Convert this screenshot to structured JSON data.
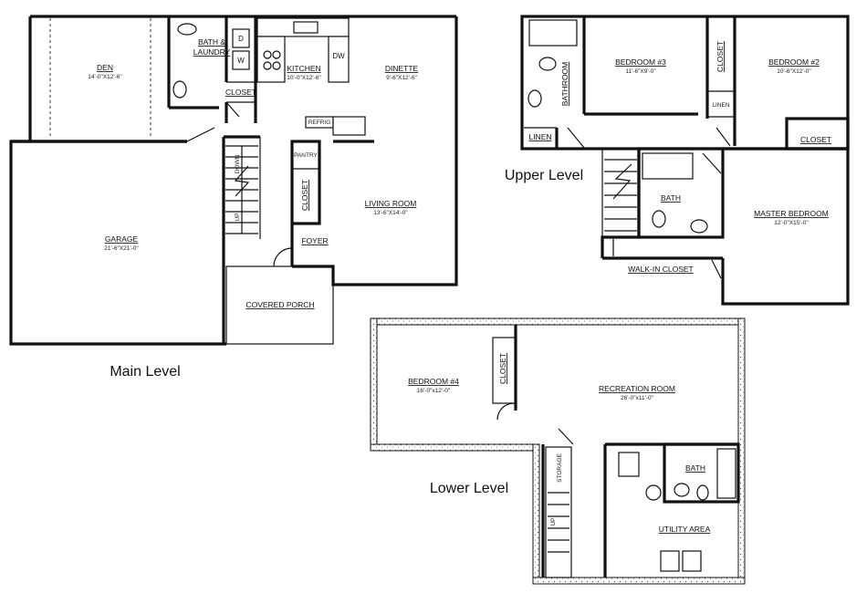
{
  "levels": {
    "main": "Main Level",
    "upper": "Upper Level",
    "lower": "Lower Level"
  },
  "main": {
    "den": {
      "name": "DEN",
      "dims": "14'-0\"X12'-6\""
    },
    "bath_laundry_1": "BATH &",
    "bath_laundry_2": "LAUNDRY",
    "kitchen": {
      "name": "KITCHEN",
      "dims": "10'-0\"X12'-6\""
    },
    "dinette": {
      "name": "DINETTE",
      "dims": "9'-6\"X12'-6\""
    },
    "closet_bath": "CLOSET",
    "refrig": "REFRIG",
    "pantry": "PANTRY",
    "closet_foyer": "CLOSET",
    "living": {
      "name": "LIVING ROOM",
      "dims": "13'-6\"X14'-0\""
    },
    "garage": {
      "name": "GARAGE",
      "dims": "21'-6\"X21'-0\""
    },
    "foyer": "FOYER",
    "porch": "COVERED PORCH",
    "appliance_d": "D",
    "appliance_w": "W",
    "appliance_dw": "DW",
    "stairs_up": "UP",
    "stairs_down": "DOWN"
  },
  "upper": {
    "bed3": {
      "name": "BEDROOM #3",
      "dims": "11'-6\"X9'-0\""
    },
    "bed2": {
      "name": "BEDROOM #2",
      "dims": "10'-6\"X12'-0\""
    },
    "bathroom": "BATHROOM",
    "closet_bed3": "CLOSET",
    "linen_right": "LINEN",
    "linen_left": "LINEN",
    "closet_bed2": "CLOSET",
    "bath": "BATH",
    "master": {
      "name": "MASTER BEDROOM",
      "dims": "12'-0\"X15'-0\""
    },
    "walkin": "WALK-IN CLOSET"
  },
  "lower": {
    "bed4": {
      "name": "BEDROOM #4",
      "dims": "16'-0\"x12'-0\""
    },
    "closet": "CLOSET",
    "rec": {
      "name": "RECREATION ROOM",
      "dims": "26'-0\"x11'-0\""
    },
    "storage": "STORAGE",
    "bath": "BATH",
    "utility": "UTILITY AREA",
    "stairs_up": "UP"
  }
}
